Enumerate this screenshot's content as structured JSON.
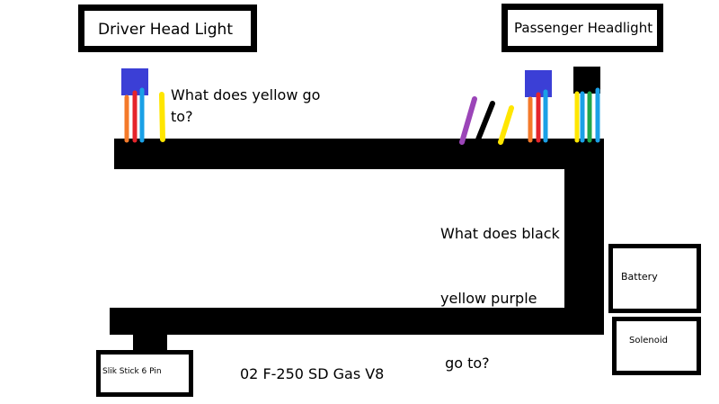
{
  "labels": {
    "driver_headlight": "Driver Head Light",
    "passenger_headlight": "Passenger Headlight",
    "battery": "Battery",
    "solenoid": "Solenoid",
    "slik_stick": "Slik Stick 6 Pin",
    "vehicle": "02 F-250 SD Gas V8"
  },
  "questions": {
    "yellow_line1": "What does yellow go",
    "yellow_line2": "to?",
    "black_line1": "What does black",
    "black_line2": "yellow purple",
    "black_line3": " go to?"
  },
  "colors": {
    "harness": "#000000",
    "connector_blue": "#3b3fd6",
    "wire_orange": "#f47a2a",
    "wire_red": "#e5242b",
    "wire_blue": "#1aa0e6",
    "wire_yellow": "#ffe600",
    "wire_purple": "#9b45b8",
    "wire_green": "#1fa64a",
    "wire_black": "#000000"
  }
}
